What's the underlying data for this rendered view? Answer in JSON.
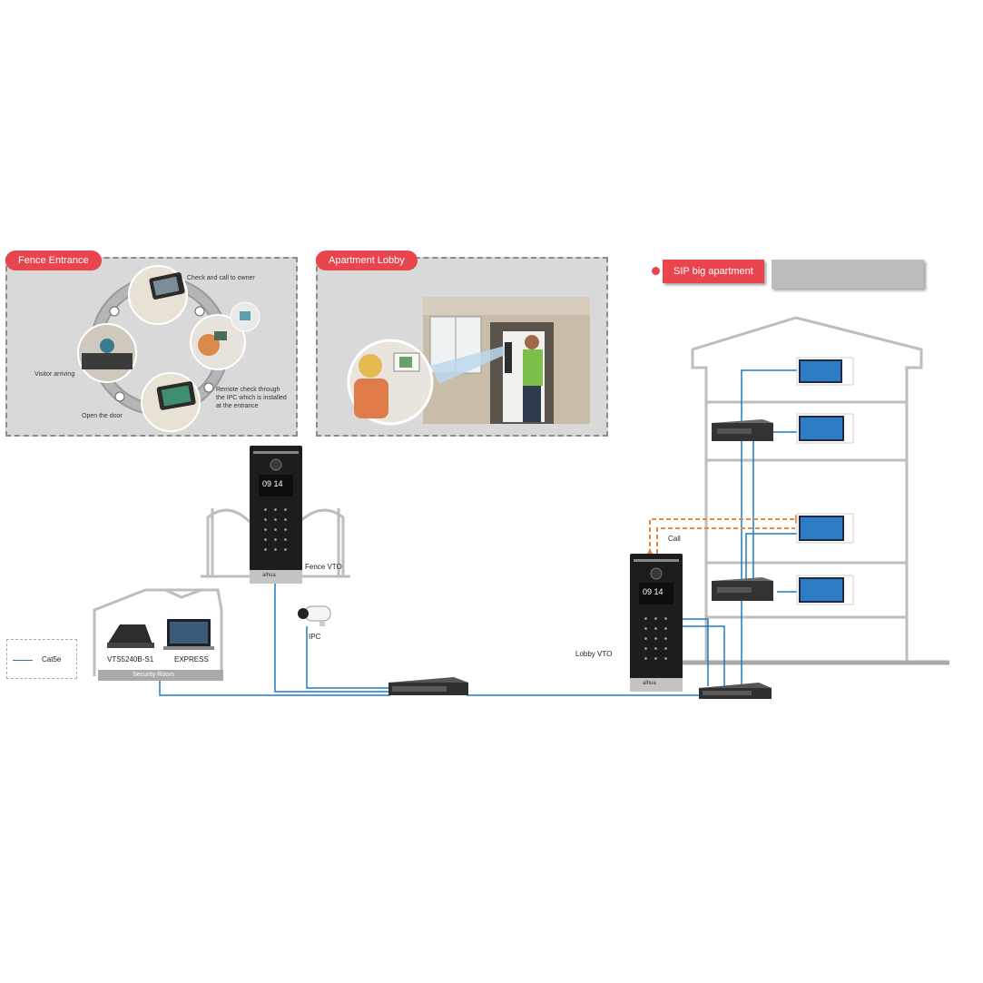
{
  "panels": {
    "fence": {
      "title": "Fence Entrance",
      "steps": {
        "check_call": "Check and call to owner",
        "visitor_arriving": "Visitor arriving",
        "remote_check_1": "Remote check through",
        "remote_check_2": "the IPC which is installed",
        "remote_check_3": "at the entrance",
        "open_door": "Open the door"
      }
    },
    "lobby": {
      "title": "Apartment Lobby"
    },
    "sip": {
      "title": "SIP big apartment"
    }
  },
  "devices": {
    "fence_vto": "Fence VTO",
    "lobby_vto": "Lobby VTO",
    "ipc": "IPC",
    "vts": "VTS5240B-S1",
    "express": "EXPRESS",
    "security_room": "Security Room",
    "call": "Call",
    "vto_time_h": "09",
    "vto_time_m": "14",
    "brand": "alhua"
  },
  "legend": {
    "cat5e": "Cat5e"
  },
  "colors": {
    "accent": "#e8454f",
    "cable": "#1f78c8",
    "call": "#f0883c",
    "house": "#bdbdbd"
  }
}
